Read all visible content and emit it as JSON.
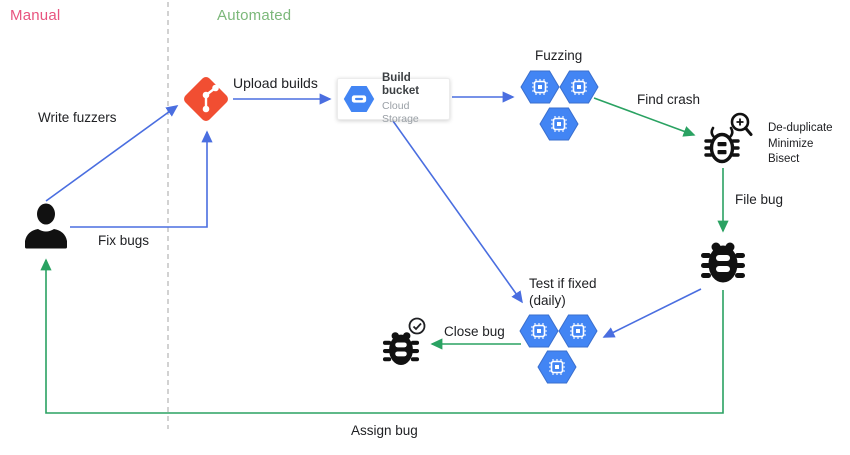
{
  "sections": {
    "manual": "Manual",
    "automated": "Automated"
  },
  "labels": {
    "write_fuzzers": "Write fuzzers",
    "fix_bugs": "Fix bugs",
    "upload_builds": "Upload builds",
    "fuzzing": "Fuzzing",
    "find_crash": "Find crash",
    "file_bug": "File bug",
    "test_if_fixed": "Test if fixed",
    "test_if_fixed_note": "(daily)",
    "close_bug": "Close bug",
    "assign_bug": "Assign bug"
  },
  "build_bucket_card": {
    "title": "Build bucket",
    "subtitle": "Cloud Storage"
  },
  "triage_steps": [
    "De-duplicate",
    "Minimize",
    "Bisect"
  ],
  "colors": {
    "manual_label": "#e8547f",
    "automated_label": "#7cb87a",
    "arrow_blue": "#4a6ee0",
    "arrow_green": "#2aa262",
    "hexagon_blue": "#4285f4",
    "hexagon_border": "#3a6fce",
    "git_red": "#f14e32",
    "icon_black": "#111111",
    "text_dark": "#202124",
    "text_muted": "#9aa0a6",
    "divider_gray": "#b3b3b3"
  }
}
